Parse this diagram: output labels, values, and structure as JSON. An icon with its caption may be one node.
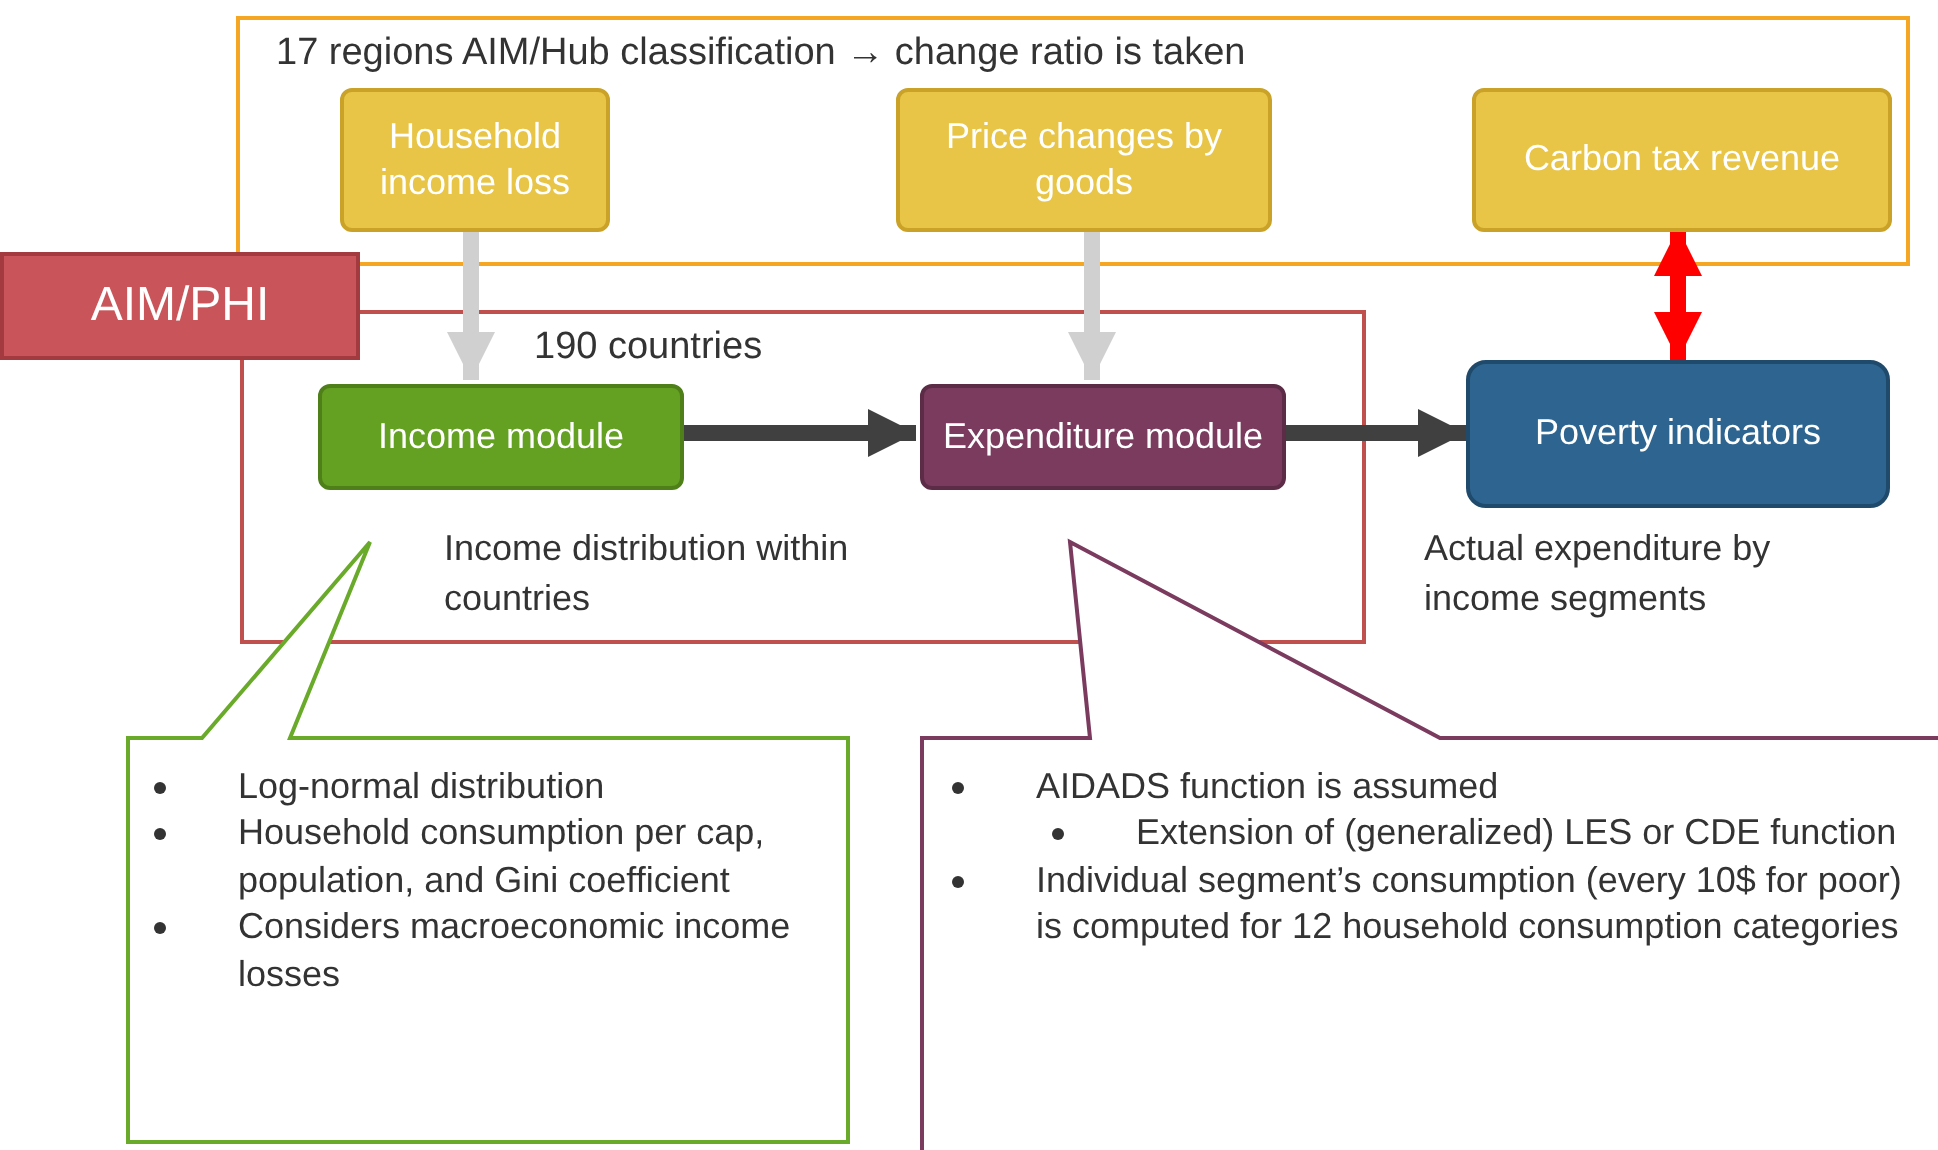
{
  "diagram": {
    "nodes": [
      {
        "text": [
          "17 regions AIM/Hub classification → change ratio is taken"
        ]
      },
      {
        "text": [
          "Household income loss"
        ],
        "in": 0
      },
      {
        "text": [
          "Price changes by goods"
        ],
        "in": 0
      },
      {
        "text": [
          "Carbon tax revenue"
        ],
        "in": 0
      },
      {
        "text": [
          "AIM/PHI"
        ]
      },
      {
        "text": [
          "190 countries"
        ]
      },
      {
        "text": [
          "Income module"
        ],
        "in": 5
      },
      {
        "text": [
          "Expenditure module"
        ],
        "in": 5
      },
      {
        "text": [
          "Poverty indicators"
        ]
      },
      {
        "text": [
          "Log-normal distribution",
          "Household consumption per cap, population, and Gini coefficient",
          "Considers macroeconomic income losses"
        ]
      },
      {
        "text": [
          "AIDADS function is assumed",
          "Extension of (generalized) LES or CDE function",
          "Individual segment’s consumption (every 10$ for poor) is computed for 12 household consumption categories"
        ]
      }
    ],
    "edges": [
      {
        "from": 1,
        "to": 6,
        "arrow": "to",
        "color": "#d0d0d0"
      },
      {
        "from": 2,
        "to": 7,
        "arrow": "to",
        "color": "#d0d0d0"
      },
      {
        "from": 6,
        "to": 7,
        "arrow": "to",
        "color": "#404040"
      },
      {
        "from": 7,
        "to": 8,
        "arrow": "to",
        "color": "#404040"
      },
      {
        "from": 3,
        "to": 8,
        "arrow": "both",
        "color": "#ff0000"
      }
    ],
    "labels": [
      "Income distribution within countries",
      "Actual expenditure by income segments"
    ]
  }
}
